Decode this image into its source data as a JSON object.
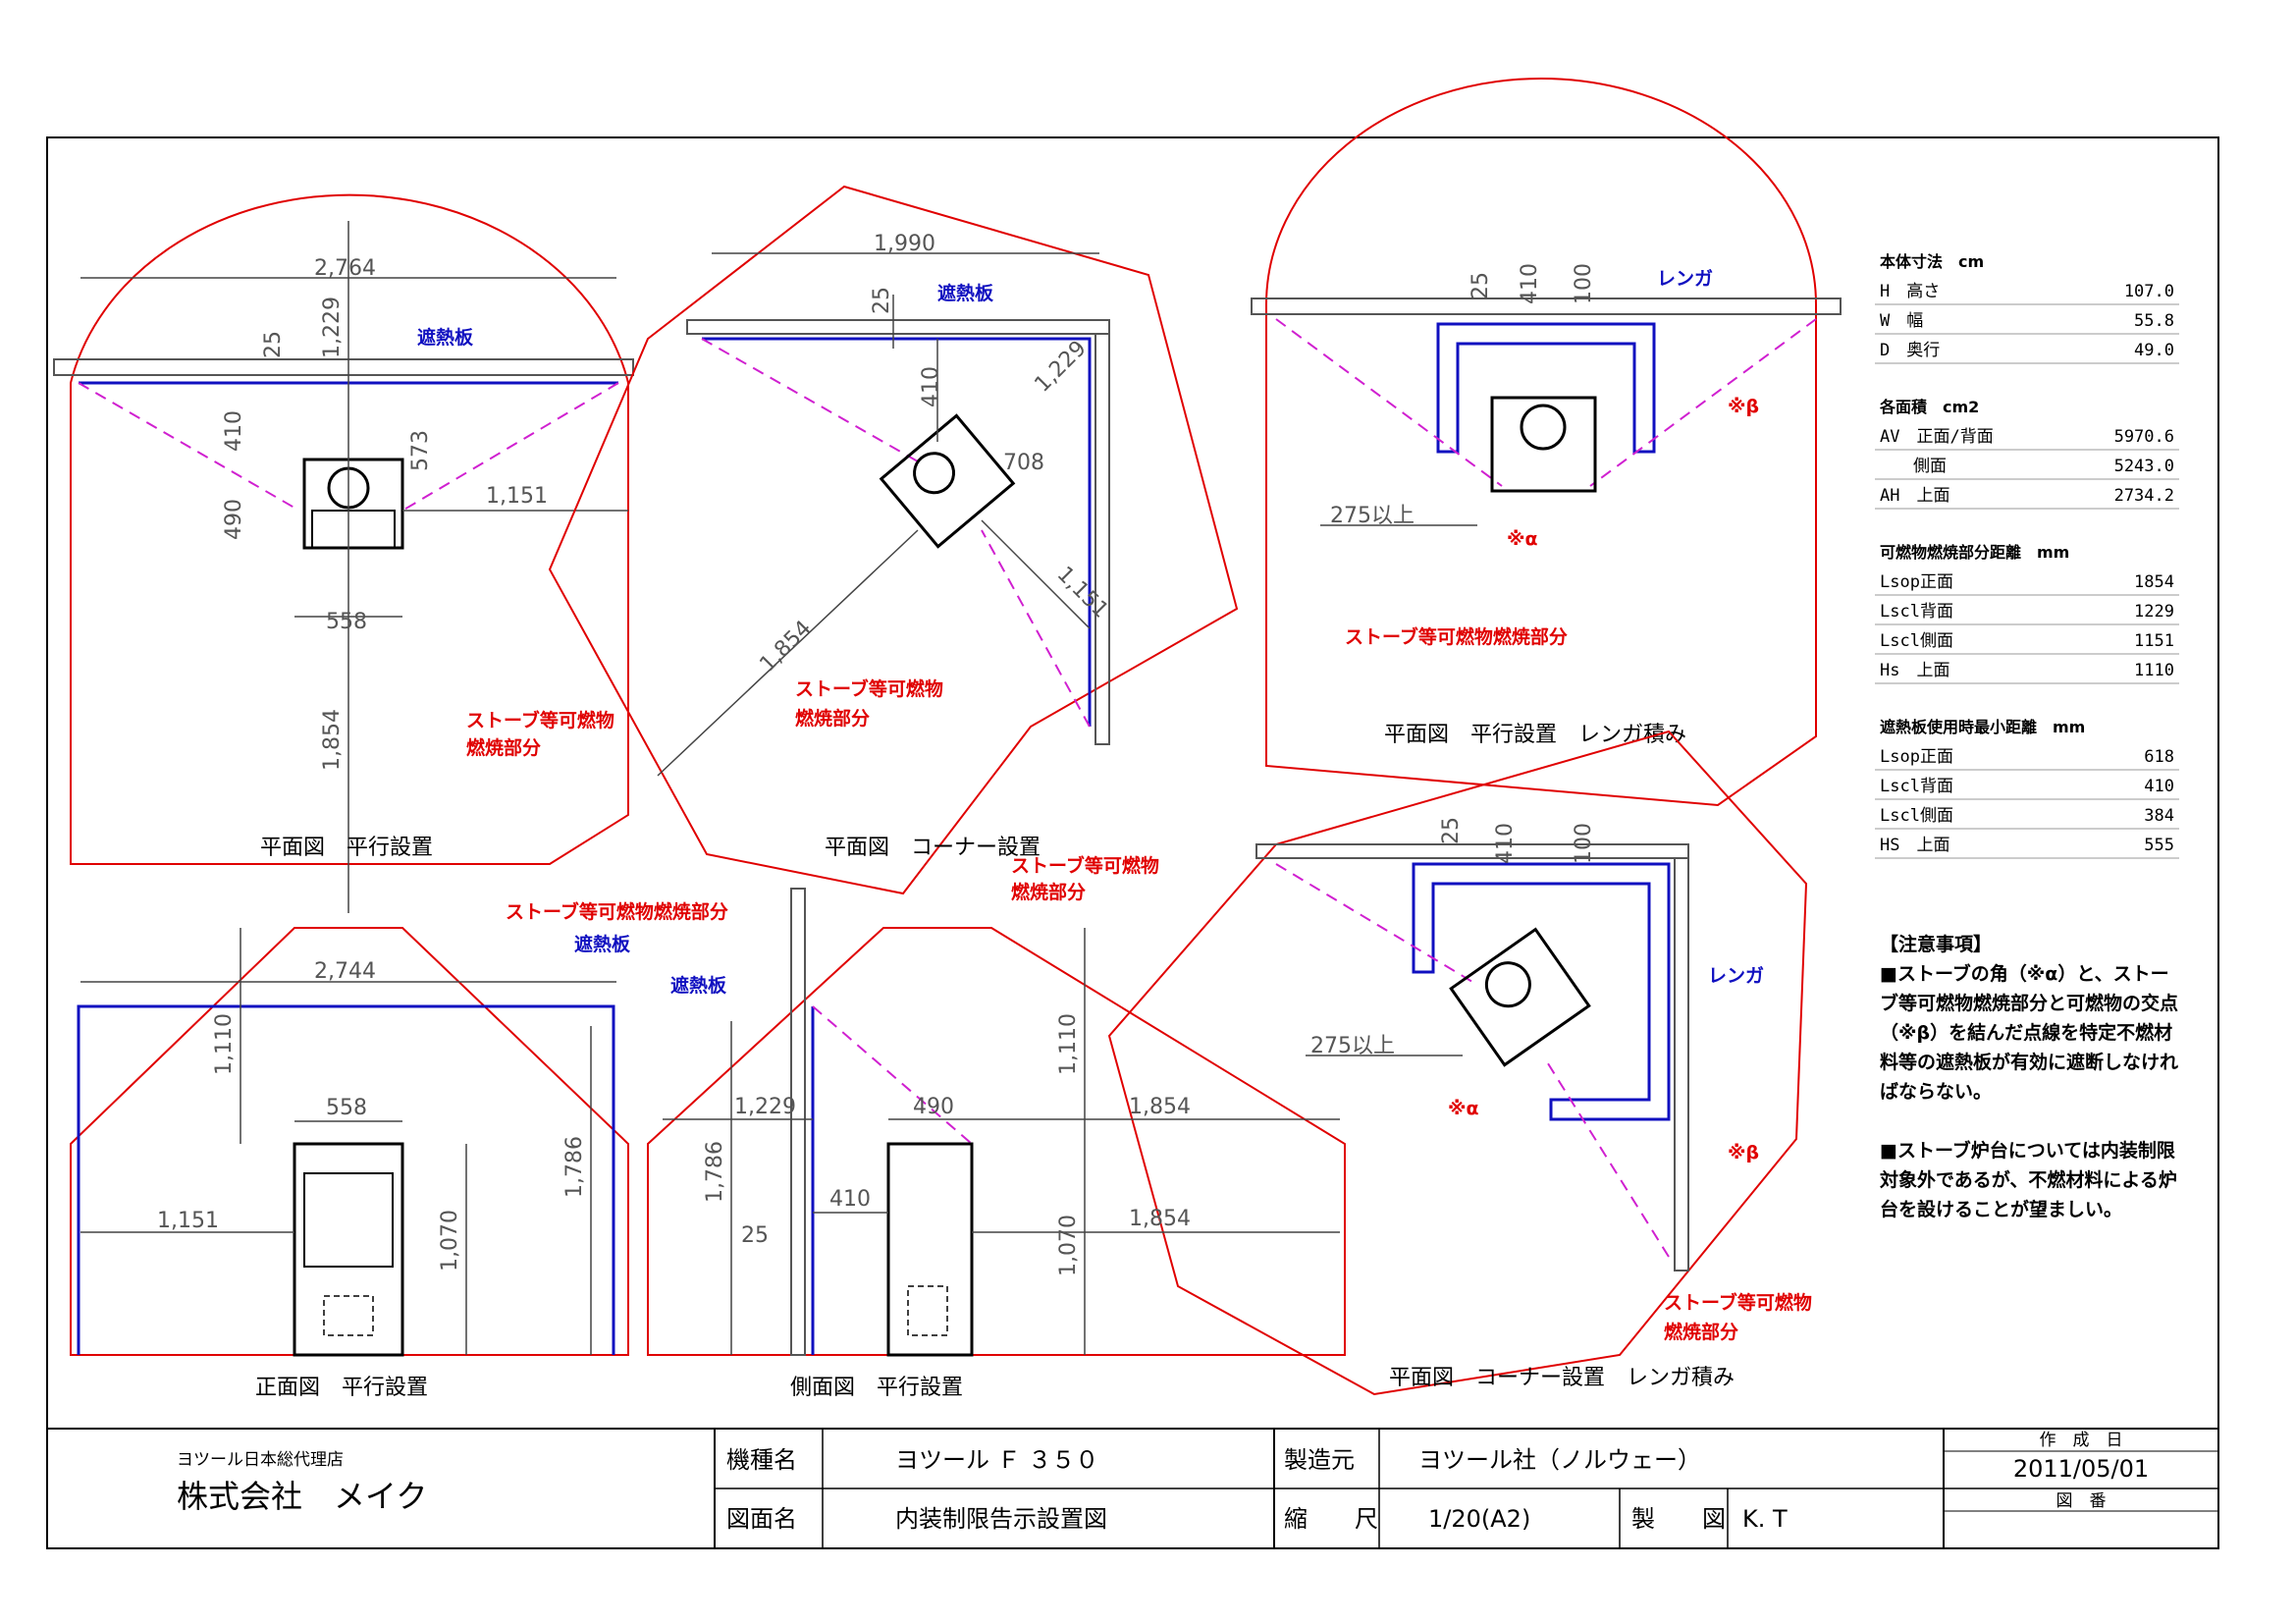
{
  "colors": {
    "red_line": "#e00000",
    "blue_line": "#1010c0",
    "magenta_dash": "#d020d0",
    "dim_line": "#444444"
  },
  "views": {
    "plan_parallel": {
      "caption": "平面図　平行設置",
      "dims": [
        "2,764",
        "25",
        "1,229",
        "410",
        "573",
        "490",
        "1,151",
        "558",
        "1,854"
      ],
      "shield_label": "遮熱板",
      "fire_label_1": "ストーブ等可燃物",
      "fire_label_2": "燃焼部分"
    },
    "plan_corner": {
      "caption": "平面図　コーナー設置",
      "dims": [
        "1,990",
        "25",
        "410",
        "1,229",
        "708",
        "1,854",
        "1,151"
      ],
      "shield_label": "遮熱板",
      "fire_label_1": "ストーブ等可燃物",
      "fire_label_2": "燃焼部分"
    },
    "plan_brick": {
      "caption": "平面図　平行設置　レンガ積み",
      "dims": [
        "25",
        "410",
        "100",
        "275以上"
      ],
      "brick_label": "レンガ",
      "alpha_label": "※α",
      "beta_label": "※β",
      "fire_label": "ストーブ等可燃物燃焼部分"
    },
    "plan_corner_brick": {
      "caption": "平面図　コーナー設置　レンガ積み",
      "dims": [
        "25",
        "410",
        "100",
        "275以上"
      ],
      "brick_label": "レンガ",
      "alpha_label": "※α",
      "beta_label": "※β",
      "fire_label_1": "ストーブ等可燃物",
      "fire_label_2": "燃焼部分"
    },
    "front": {
      "caption": "正面図　平行設置",
      "dims": [
        "2,744",
        "1,110",
        "558",
        "1,151",
        "1,786",
        "1,070"
      ],
      "fire_label": "ストーブ等可燃物燃焼部分",
      "shield_label": "遮熱板"
    },
    "side": {
      "caption": "側面図　平行設置",
      "dims": [
        "1,110",
        "1,229",
        "490",
        "1,854",
        "1,786",
        "410",
        "25",
        "1,854",
        "1,070"
      ],
      "fire_label_1": "ストーブ等可燃物",
      "fire_label_2": "燃焼部分",
      "shield_label": "遮熱板"
    }
  },
  "specs": {
    "body_title": "本体寸法　cm",
    "body": [
      {
        "label": "H　高さ",
        "value": "107.0"
      },
      {
        "label": "W　幅",
        "value": "55.8"
      },
      {
        "label": "D　奥行",
        "value": "49.0"
      }
    ],
    "area_title": "各面積　cm2",
    "area": [
      {
        "label": "AV　正面/背面",
        "value": "5970.6"
      },
      {
        "label": "　　側面",
        "value": "5243.0"
      },
      {
        "label": "AH　上面",
        "value": "2734.2"
      }
    ],
    "combust_title": "可燃物燃焼部分距離　mm",
    "combust": [
      {
        "label": "Lsop正面",
        "value": "1854"
      },
      {
        "label": "Lscl背面",
        "value": "1229"
      },
      {
        "label": "Lscl側面",
        "value": "1151"
      },
      {
        "label": "Hs　上面",
        "value": "1110"
      }
    ],
    "shield_title": "遮熱板使用時最小距離　mm",
    "shield": [
      {
        "label": "Lsop正面",
        "value": "618"
      },
      {
        "label": "Lscl背面",
        "value": "410"
      },
      {
        "label": "Lscl側面",
        "value": "384"
      },
      {
        "label": "HS　上面",
        "value": "555"
      }
    ]
  },
  "notes": {
    "title": "【注意事項】",
    "lines": [
      "■ストーブの角（※α）と、ストー",
      "ブ等可燃物燃焼部分と可燃物の交点",
      "（※β）を結んだ点線を特定不燃材",
      "料等の遮熱板が有効に遮断しなけれ",
      "ばならない。",
      "",
      "■ストーブ炉台については内装制限",
      "対象外であるが、不燃材料による炉",
      "台を設けることが望ましい。"
    ]
  },
  "title_block": {
    "dealer_small": "ヨツール日本総代理店",
    "dealer": "株式会社　メイク",
    "model_label": "機種名",
    "model_value": "ヨツール Ｆ ３５０",
    "maker_label": "製造元",
    "maker_value": "ヨツール社（ノルウェー）",
    "date_label": "作　成　日",
    "date_value": "2011/05/01",
    "drawing_label": "図面名",
    "drawing_value": "内装制限告示設置図",
    "scale_label": "縮　　尺",
    "scale_value": "1/20(A2)",
    "drafter_label": "製　　図",
    "drafter_value": "K. T",
    "number_label": "図　番"
  }
}
